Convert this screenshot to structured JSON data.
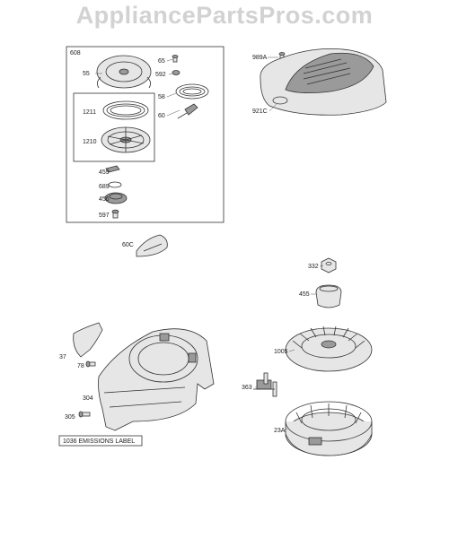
{
  "watermark": "AppliancePartsPros.com",
  "labels": {
    "p608": "608",
    "p55": "55",
    "p65": "65",
    "p592": "592",
    "p58": "58",
    "p60": "60",
    "p1211": "1211",
    "p1210": "1210",
    "p459": "459",
    "p689": "689",
    "p456": "456",
    "p597": "597",
    "p989A": "989A",
    "p921C": "921C",
    "p60C": "60C",
    "p332": "332",
    "p455": "455",
    "p1005": "1005",
    "p363": "363",
    "p23A": "23A",
    "p37": "37",
    "p78": "78",
    "p304": "304",
    "p305": "305",
    "emissions": "1036 EMISSIONS LABEL"
  }
}
